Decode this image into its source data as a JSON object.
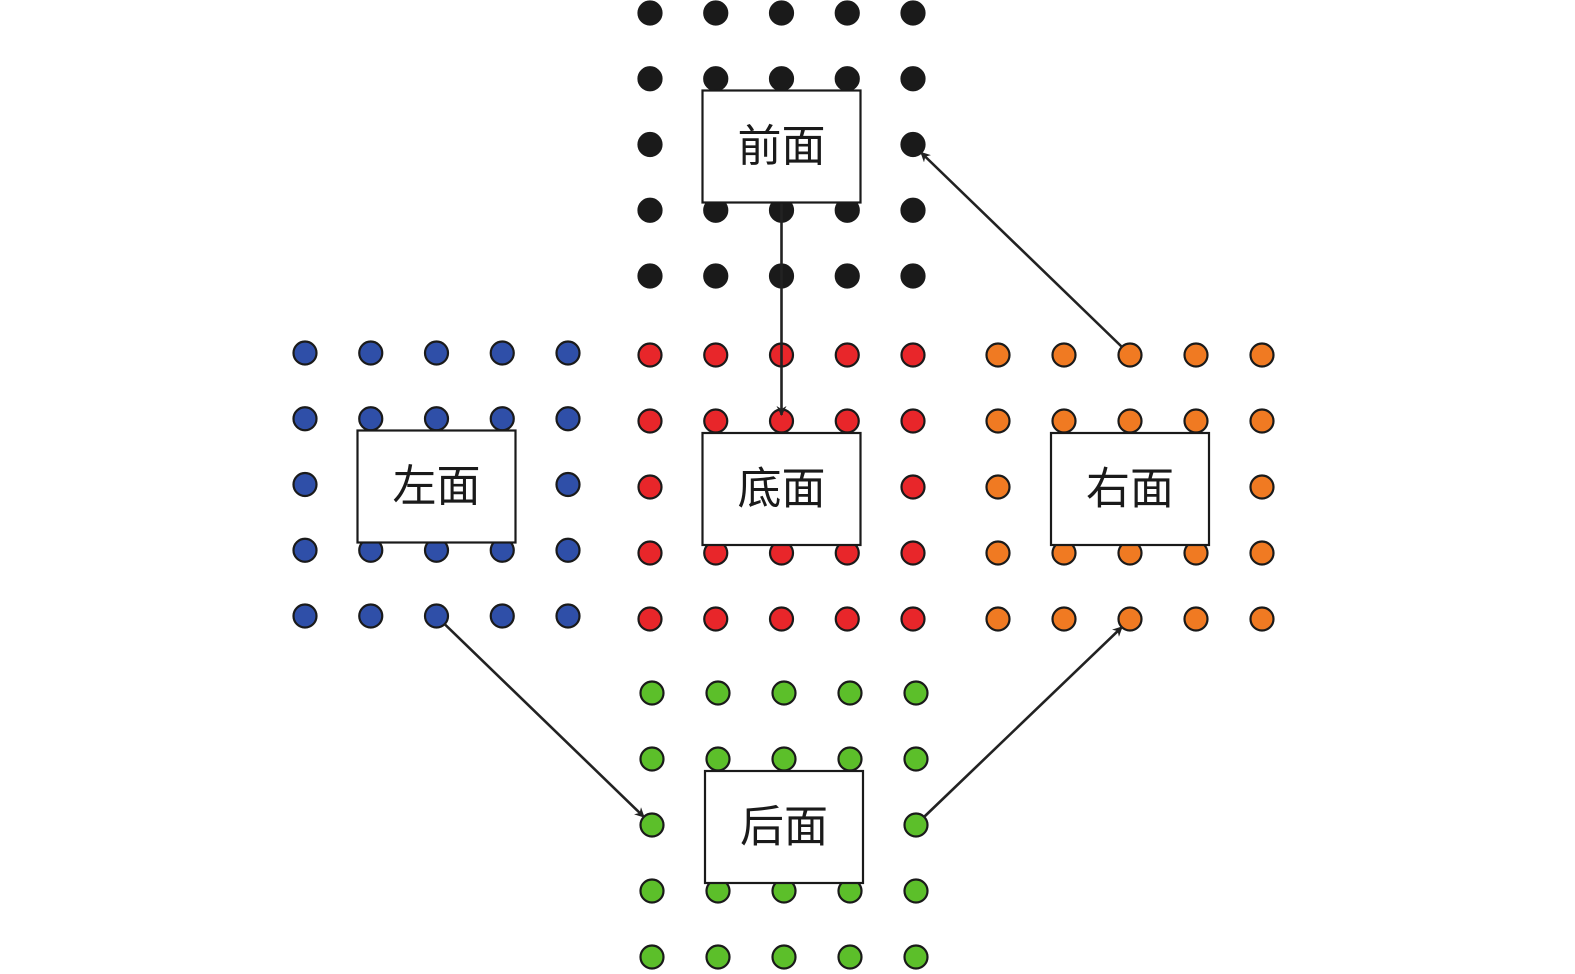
{
  "faces": [
    {
      "id": "front",
      "label": "前面",
      "color": "#1a1a1a"
    },
    {
      "id": "left",
      "label": "左面",
      "color": "#2f4fa8"
    },
    {
      "id": "bottom",
      "label": "底面",
      "color": "#e8262a"
    },
    {
      "id": "right",
      "label": "右面",
      "color": "#f07a22"
    },
    {
      "id": "back",
      "label": "后面",
      "color": "#5cbf2a"
    }
  ],
  "arrows": [
    {
      "from": "front",
      "to": "bottom"
    },
    {
      "from": "left",
      "to": "back"
    },
    {
      "from": "back",
      "to": "right"
    },
    {
      "from": "right",
      "to": "front"
    }
  ]
}
